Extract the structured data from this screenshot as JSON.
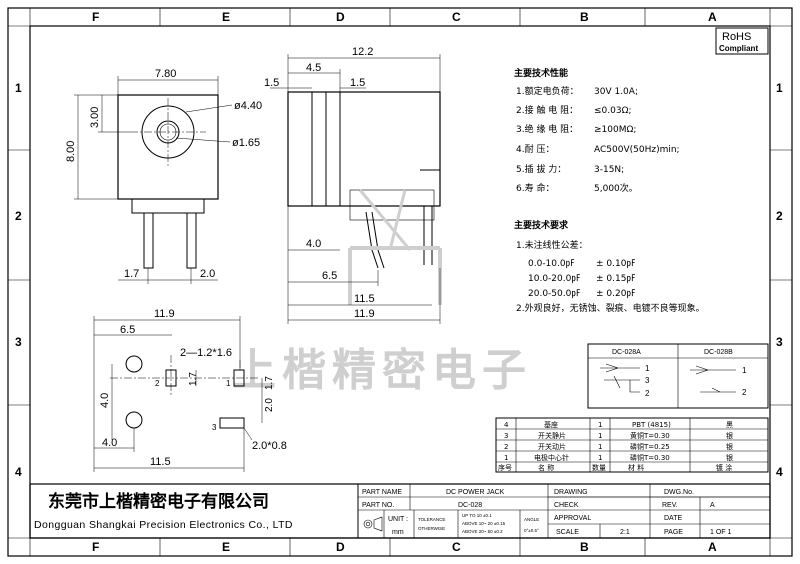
{
  "grid": {
    "columns": [
      "F",
      "E",
      "D",
      "C",
      "B",
      "A"
    ],
    "rows": [
      "1",
      "2",
      "3",
      "4"
    ]
  },
  "rohs": {
    "line1": "RoHS",
    "line2": "Compliant"
  },
  "dimensions": {
    "front_width": "7.80",
    "front_height": "8.00",
    "front_hole_offset": "3.00",
    "outer_dia": "ø4.40",
    "pin_dia": "ø1.65",
    "pin_left": "1.7",
    "pin_spacing": "2.0",
    "side_total": "12.2",
    "side_a": "4.5",
    "side_b": "1.5",
    "side_c": "1.5",
    "side_d": "4.0",
    "side_e": "6.5",
    "side_f": "11.5",
    "side_g": "11.9",
    "pcb_total": "11.9",
    "pcb_a": "6.5",
    "pcb_slot": "2—1.2*1.6",
    "pcb_b": "4.0",
    "pcb_c": "11.5",
    "pcb_v1": "4.0",
    "pcb_v2": "1.7",
    "pcb_v3": "2.0",
    "pcb_v4": "1.7",
    "pcb_slot2": "2.0*0.8",
    "pcb_pad2": "2",
    "pcb_pad1": "1",
    "pcb_pad3": "3"
  },
  "specs": {
    "title": "主要技术性能",
    "items": [
      {
        "label": "1.额定电负荷：",
        "value": "30V 1.0A;"
      },
      {
        "label": "2.接 触 电 阻：",
        "value": "≤0.03Ω;"
      },
      {
        "label": "3.绝 缘 电 阻：",
        "value": "≥100MΩ;"
      },
      {
        "label": "4.耐        压：",
        "value": "AC500V(50Hz)min;"
      },
      {
        "label": "5.插   拔   力：",
        "value": "3-15N;"
      },
      {
        "label": "6.寿        命：",
        "value": "5,000次。"
      }
    ]
  },
  "requirements": {
    "title": "主要技术要求",
    "tol_title": "1.未注线性公差：",
    "tolerances": [
      {
        "range": "0.0-10.0㎊",
        "tol": "± 0.10㎊"
      },
      {
        "range": "10.0-20.0㎊",
        "tol": "± 0.15㎊"
      },
      {
        "range": "20.0-50.0㎊",
        "tol": "± 0.20㎊"
      }
    ],
    "appearance": "2.外观良好，无锈蚀、裂痕、电镀不良等现象。"
  },
  "schematic": {
    "col_a": "DC-028A",
    "col_b": "DC-028B",
    "pins_a": [
      "1",
      "3",
      "2"
    ],
    "pins_b": [
      "1",
      "2"
    ]
  },
  "watermark": "上楷精密电子",
  "bom": {
    "headers": [
      "序号",
      "名    称",
      "数量",
      "材        料",
      "镀    涂"
    ],
    "rows": [
      [
        "4",
        "基座",
        "1",
        "PBT (4815)",
        "黑"
      ],
      [
        "3",
        "开关静片",
        "1",
        "黄铜T=0.30",
        "银"
      ],
      [
        "2",
        "开关动片",
        "1",
        "磷铜T=0.25",
        "银"
      ],
      [
        "1",
        "电极中心针",
        "1",
        "磷铜T=0.30",
        "银"
      ]
    ]
  },
  "title_block": {
    "company_cn": "东莞市上楷精密电子有限公司",
    "company_en": "Dongguan Shangkai Precision Electronics Co., LTD",
    "part_name_label": "PART NAME",
    "part_name": "DC POWER JACK",
    "part_no_label": "PART NO.",
    "part_no": "DC-028",
    "unit_label": "UNIT :",
    "unit": "mm",
    "tolerance_label": "TOLERANCE",
    "otherwise_label": "OTHERWISE",
    "tol_rows": [
      "UP TO 10       ±0.1",
      "ABOVE 10~ 20  ±0.15",
      "ABOVE 20~ 50  ±0.2"
    ],
    "angle_label": "ANGLE",
    "angle": "0°±0.5°",
    "drawing_label": "DRAWING",
    "check_label": "CHECK",
    "approval_label": "APPROVAL",
    "scale_label": "SCALE",
    "scale": "2:1",
    "dwg_label": "DWG.No.",
    "rev_label": "REV.",
    "rev": "A",
    "date_label": "DATE",
    "page_label": "PAGE",
    "page": "1 OF 1"
  }
}
